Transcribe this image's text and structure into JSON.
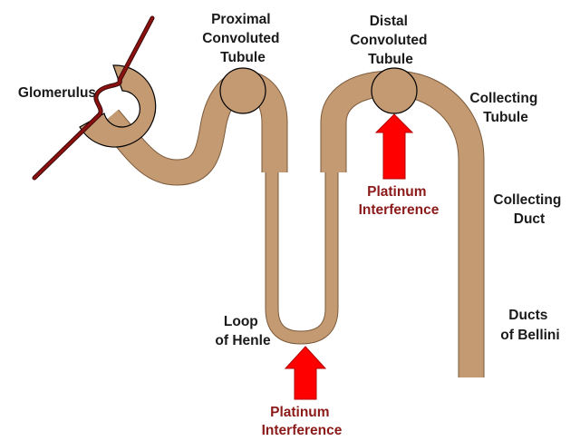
{
  "labels": {
    "glomerulus": "Glomerulus",
    "proximal": [
      "Proximal",
      "Convoluted",
      "Tubule"
    ],
    "distal": [
      "Distal",
      "Convoluted",
      "Tubule"
    ],
    "collecting_tubule": [
      "Collecting",
      "Tubule"
    ],
    "collecting_duct": [
      "Collecting",
      "Duct"
    ],
    "ducts_bellini": [
      "Ducts",
      "of Bellini"
    ],
    "loop_henle": [
      "Loop",
      "of Henle"
    ]
  },
  "interference_markers": [
    {
      "label": [
        "Platinum",
        "Interference"
      ]
    },
    {
      "label": [
        "Platinum",
        "Interference"
      ]
    }
  ],
  "colors": {
    "tubule": "#c49a72",
    "tubule_outline": "#7a5a3c",
    "vessel": "#8b1010",
    "arrow": "#ff0000",
    "interference_text": "#8b1a1a",
    "label_text": "#1a1a1a"
  }
}
